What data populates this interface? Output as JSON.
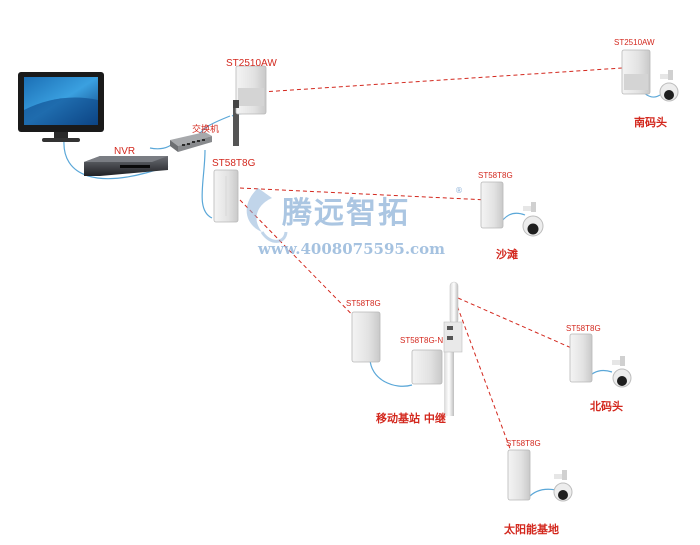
{
  "colors": {
    "label_red": "#d3281e",
    "cable_blue": "#5aa7d8",
    "link_red": "#d3281e",
    "watermark_blue": "#8fb3d9"
  },
  "watermark": {
    "brand": "腾远智拓",
    "url": "www.4008075595.com",
    "registered": "®"
  },
  "labels": {
    "nvr": "NVR",
    "switch": "交换机",
    "st2510aw_left": "ST2510AW",
    "st2510aw_right": "ST2510AW",
    "st58t8g_main": "ST58T8G",
    "st58t8g_beach": "ST58T8G",
    "st58t8g_relay": "ST58T8G",
    "st58t8g_n": "ST58T8G-N",
    "st58t8g_north": "ST58T8G",
    "st58t8g_solar": "ST58T8G"
  },
  "site_names": {
    "south_dock": "南码头",
    "beach": "沙滩",
    "relay": "移动基站 中继",
    "north_dock": "北码头",
    "solar": "太阳能基地"
  },
  "icons": {
    "monitor": "monitor-icon",
    "nvr": "nvr-recorder-icon",
    "switch": "network-switch-icon",
    "antenna": "panel-antenna-icon",
    "camera": "dome-camera-icon",
    "tower": "omni-antenna-tower-icon"
  }
}
